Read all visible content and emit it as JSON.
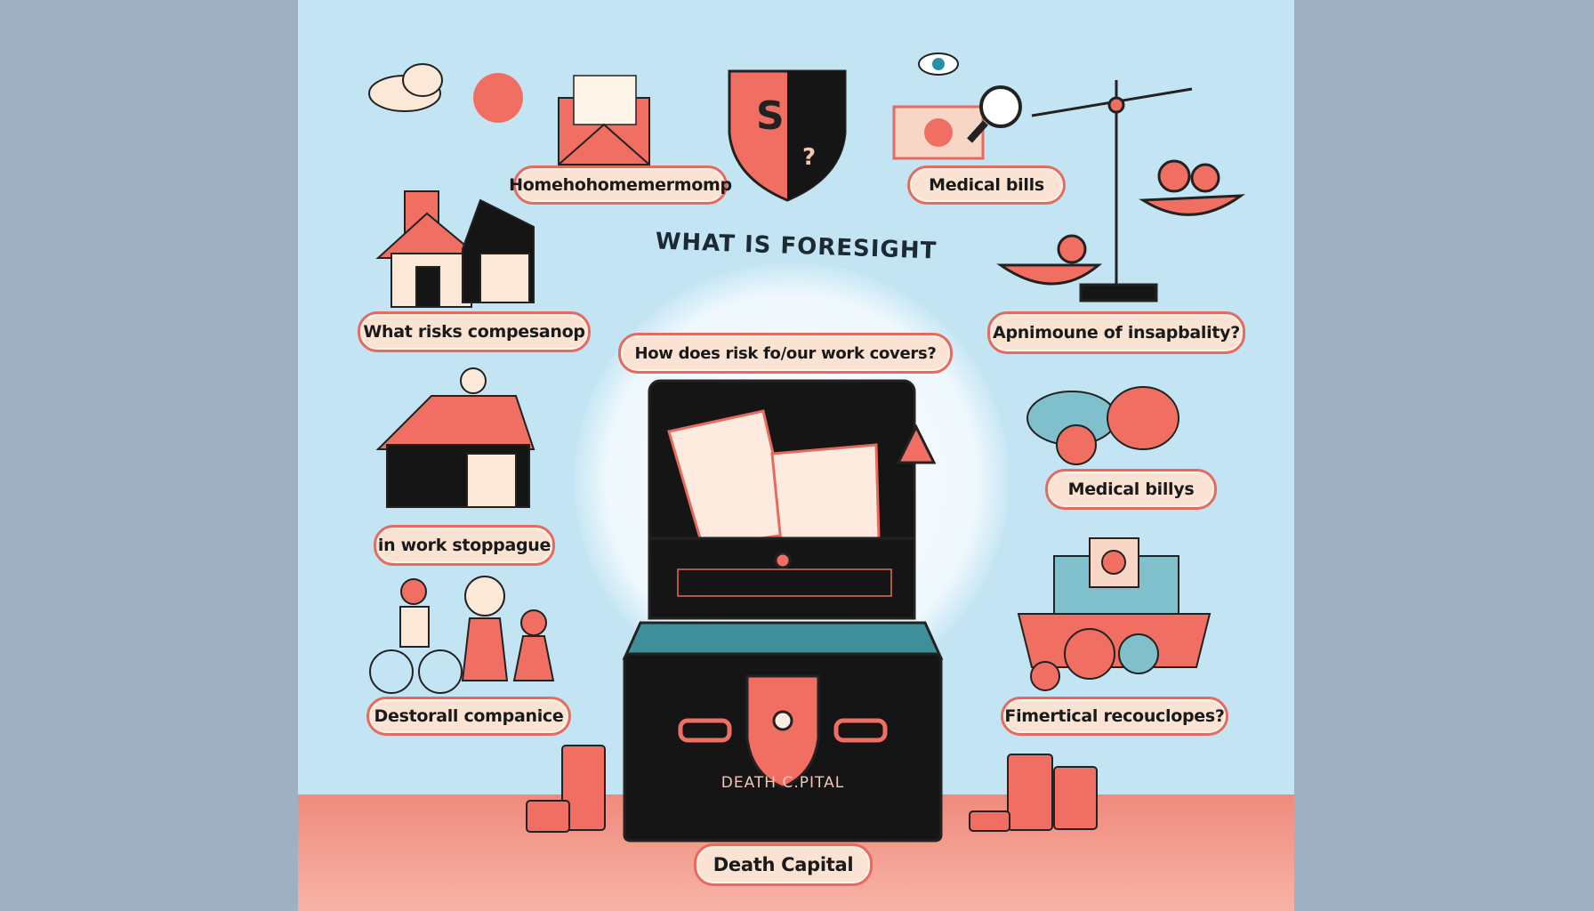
{
  "title": "WHAT IS FORESIGHT",
  "labels": {
    "top_left": "Homehohomemermomp",
    "top_right": "Medical bills",
    "left_1": "What risks compesanop",
    "center_question": "How does risk fo/our work covers?",
    "right_1": "Apnimoune of insapbality?",
    "right_2": "Medical billys",
    "left_2": "in work stoppague",
    "left_3": "Destorall companice",
    "right_3": "Fimertical recouclopes?",
    "chest_engraving": "DEATH C.PITAL",
    "bottom": "Death Capital"
  },
  "colors": {
    "background": "#c3e5f3",
    "accent": "#e86a5f",
    "dark": "#151515",
    "label_fill": "#fbe3d3",
    "floor": "#f08a7c"
  }
}
